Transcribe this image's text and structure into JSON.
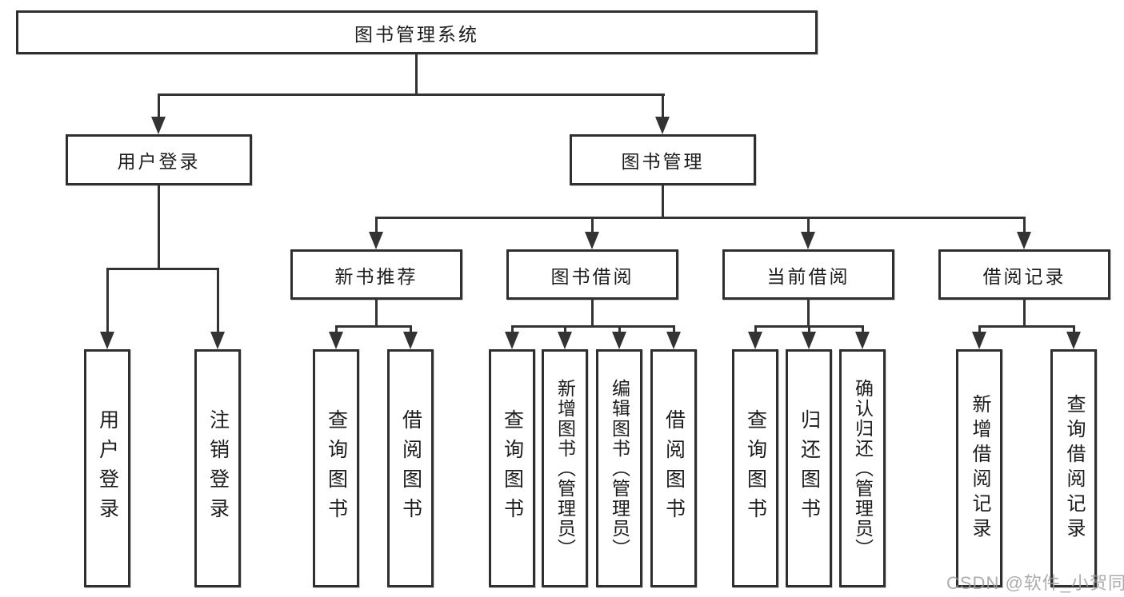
{
  "diagram": {
    "title": "图书管理系统",
    "level2": {
      "user_login": "用户登录",
      "book_management": "图书管理"
    },
    "level3": {
      "new_book_recommend": "新书推荐",
      "book_borrow": "图书借阅",
      "current_borrow": "当前借阅",
      "borrow_record": "借阅记录"
    },
    "leaves": {
      "user_login": "用户登录",
      "logout": "注销登录",
      "nb_query_book": "查询图书",
      "nb_borrow_book": "借阅图书",
      "bb_query_book": "查询图书",
      "bb_add_book": "新增图书（管理员）",
      "bb_edit_book": "编辑图书（管理员）",
      "bb_borrow_book": "借阅图书",
      "cb_query_book": "查询图书",
      "cb_return_book": "归还图书",
      "cb_confirm_return": "确认归还（管理员）",
      "br_add_record": "新增借阅记录",
      "br_query_record": "查询借阅记录"
    },
    "watermark": "CSDN @软件_小贺同学",
    "colors": {
      "line": "#333333",
      "box_border": "#2f2f2f",
      "text": "#1c1c1c",
      "watermark": "#9e9e9e",
      "background": "#ffffff"
    }
  }
}
